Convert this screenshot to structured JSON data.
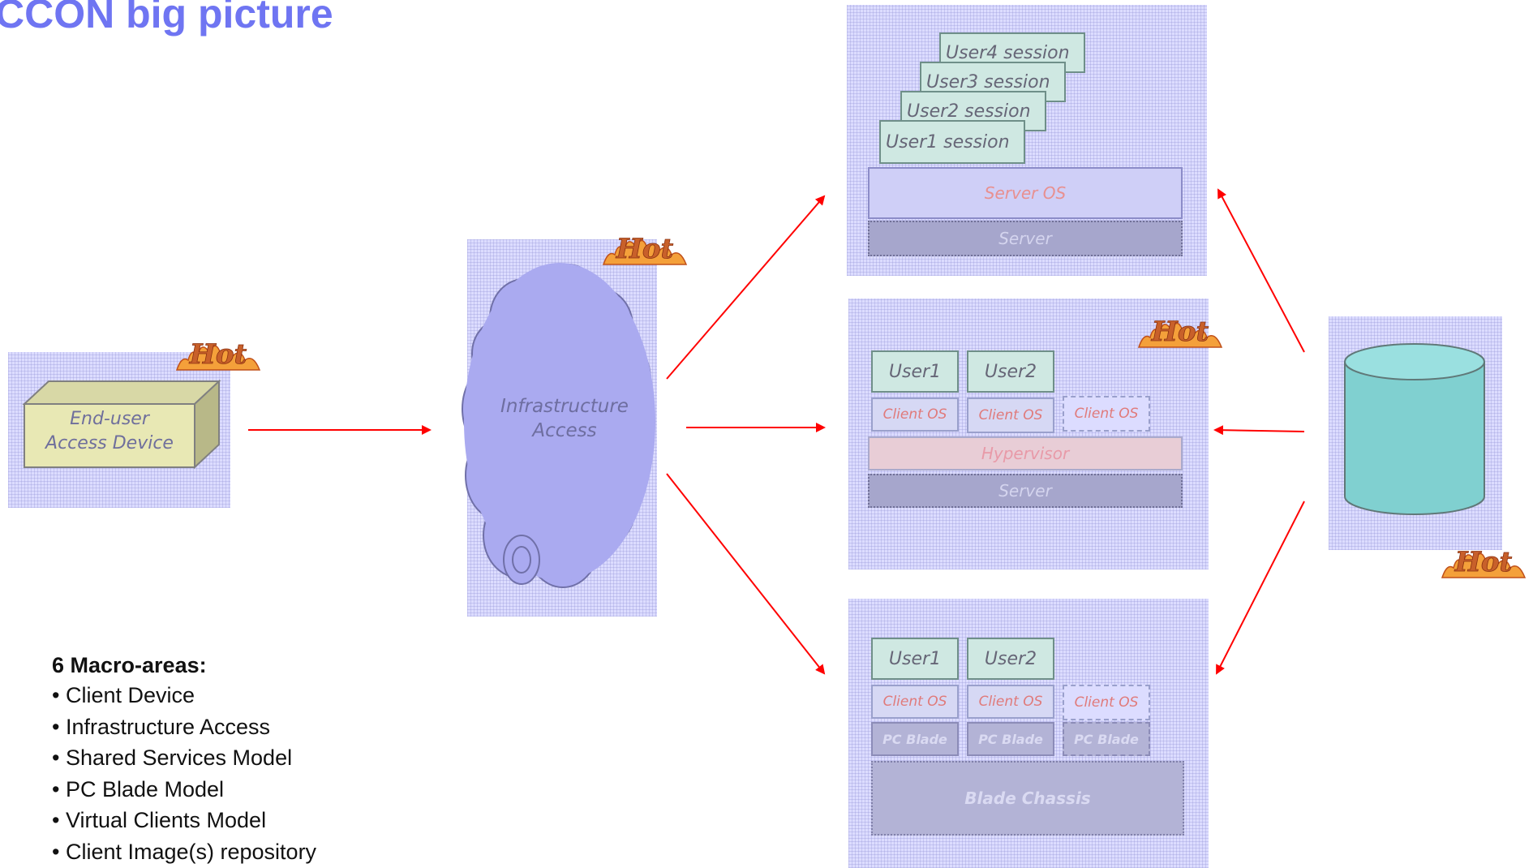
{
  "title": "CCON big picture",
  "client_device": {
    "line1": "End-user",
    "line2": "Access Device"
  },
  "infrastructure": {
    "line1": "Infrastructure",
    "line2": "Access"
  },
  "shared_services": {
    "sessions": [
      "User4 session",
      "User3 session",
      "User2 session",
      "User1 session"
    ],
    "server_os": "Server OS",
    "server": "Server"
  },
  "virtual_clients": {
    "users": [
      "User1",
      "User2"
    ],
    "client_os": [
      "Client OS",
      "Client OS",
      "Client OS"
    ],
    "hypervisor": "Hypervisor",
    "server": "Server"
  },
  "pc_blade": {
    "users": [
      "User1",
      "User2"
    ],
    "client_os": [
      "Client OS",
      "Client OS",
      "Client OS"
    ],
    "blades": [
      "PC Blade",
      "PC Blade",
      "PC Blade"
    ],
    "chassis": "Blade Chassis"
  },
  "legend": {
    "title": "6 Macro-areas:",
    "items": [
      "• Client Device",
      "• Infrastructure Access",
      "• Shared Services Model",
      "• PC Blade Model",
      "• Virtual Clients Model",
      "• Client Image(s) repository"
    ]
  },
  "hot_badge_text": "Hot",
  "colors": {
    "title": "#6f75f2",
    "arrow": "#ff0000",
    "panel": "#dcdcff",
    "cylinder": "#80d0d0",
    "hot_badge": "#e87a2a"
  }
}
